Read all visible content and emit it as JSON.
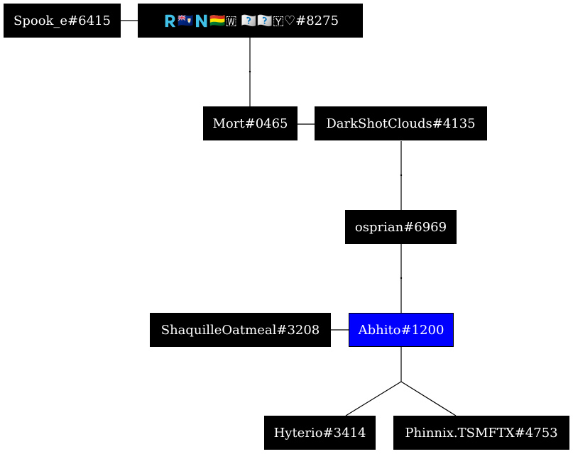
{
  "nodes": [
    {
      "id": "spook",
      "label": "Spook_e#6415"
    },
    {
      "id": "rainbow",
      "label": "🇷🇦🇮🇳🇧🇴🇼 🇸🇵🇴🇰🇾♡#8275"
    },
    {
      "id": "mort",
      "label": "Mort#0465"
    },
    {
      "id": "darkshot",
      "label": "DarkShotClouds#4135"
    },
    {
      "id": "osprian",
      "label": "osprian#6969"
    },
    {
      "id": "shaquille",
      "label": "ShaquilleOatmeal#3208"
    },
    {
      "id": "abhito",
      "label": "Abhito#1200",
      "highlight": true
    },
    {
      "id": "hyterio",
      "label": "Hyterio#3414"
    },
    {
      "id": "phinnix",
      "label": "Phinnix.TSMFTX#4753"
    }
  ],
  "colors": {
    "node_fill": "#000000",
    "node_text": "#ffffff",
    "highlight_fill": "#0000ff",
    "edge": "#000000",
    "background": "#ffffff"
  }
}
